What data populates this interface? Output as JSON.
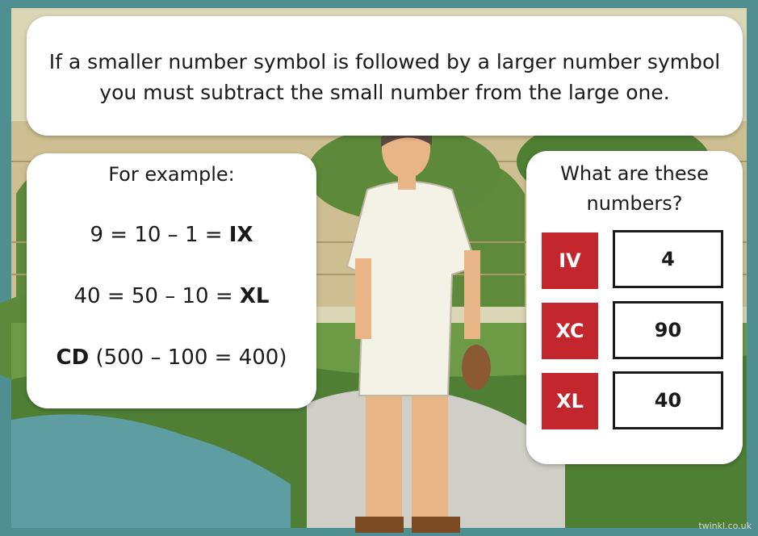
{
  "rule": {
    "line1": "If a smaller number symbol is followed by a larger number symbol",
    "line2": "you must subtract the small number from the large one."
  },
  "example": {
    "heading": "For example:",
    "line1_prefix": "9 = 10 – 1 = ",
    "line1_roman": "IX",
    "line2_prefix": "40 = 50 – 10 = ",
    "line2_roman": "XL",
    "line3_roman": "CD",
    "line3_suffix": " (500 – 100 = 400)"
  },
  "quiz": {
    "title_line1": "What are these",
    "title_line2": "numbers?",
    "rows": [
      {
        "roman": "IV",
        "answer": "4"
      },
      {
        "roman": "XC",
        "answer": "90"
      },
      {
        "roman": "XL",
        "answer": "40"
      }
    ]
  },
  "watermark": "twinkl.co.uk",
  "colors": {
    "frame": "#4f8f92",
    "roman_box": "#c4262d",
    "grass": "#5c8a3a",
    "stone": "#cdbf91"
  }
}
